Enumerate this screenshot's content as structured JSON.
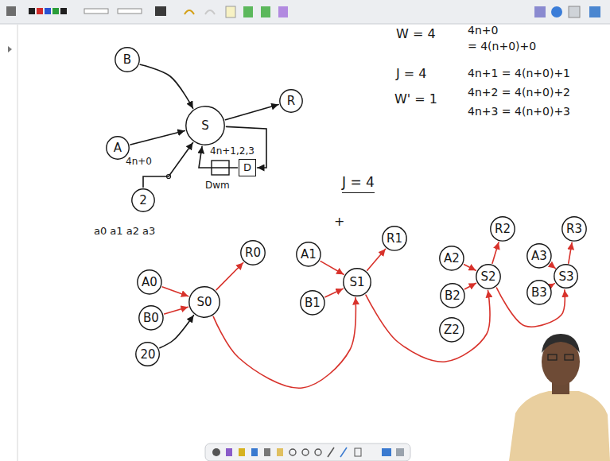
{
  "diagram": {
    "nodes": [
      {
        "text": [
          "B"
        ]
      },
      {
        "text": [
          "A"
        ]
      },
      {
        "text": [
          "S"
        ]
      },
      {
        "text": [
          "R"
        ]
      },
      {
        "text": [
          "2"
        ]
      },
      {
        "text": [
          "D"
        ]
      },
      {
        "text": [
          "A0"
        ]
      },
      {
        "text": [
          "B0"
        ]
      },
      {
        "text": [
          "S0"
        ]
      },
      {
        "text": [
          "R0"
        ]
      },
      {
        "text": [
          "20"
        ]
      },
      {
        "text": [
          "A1"
        ]
      },
      {
        "text": [
          "B1"
        ]
      },
      {
        "text": [
          "S1"
        ]
      },
      {
        "text": [
          "R1"
        ]
      },
      {
        "text": [
          "A2"
        ]
      },
      {
        "text": [
          "B2"
        ]
      },
      {
        "text": [
          "S2"
        ]
      },
      {
        "text": [
          "R2"
        ]
      },
      {
        "text": [
          "Z2"
        ]
      },
      {
        "text": [
          "A3"
        ]
      },
      {
        "text": [
          "B3"
        ]
      },
      {
        "text": [
          "S3"
        ]
      },
      {
        "text": [
          "R3"
        ]
      }
    ],
    "edges": [
      {
        "from": 0,
        "to": 2,
        "arrow": "to"
      },
      {
        "from": 1,
        "to": 2,
        "arrow": "to"
      },
      {
        "from": 2,
        "to": 3,
        "arrow": "to"
      },
      {
        "from": 4,
        "to": 2,
        "arrow": "to"
      },
      {
        "from": 2,
        "to": 5,
        "arrow": "to"
      },
      {
        "from": 5,
        "to": 2,
        "arrow": "to"
      },
      {
        "from": 6,
        "to": 8,
        "arrow": "to"
      },
      {
        "from": 7,
        "to": 8,
        "arrow": "to"
      },
      {
        "from": 10,
        "to": 8,
        "arrow": "to"
      },
      {
        "from": 8,
        "to": 9,
        "arrow": "to"
      },
      {
        "from": 8,
        "to": 13,
        "arrow": "to"
      },
      {
        "from": 11,
        "to": 13,
        "arrow": "to"
      },
      {
        "from": 12,
        "to": 13,
        "arrow": "to"
      },
      {
        "from": 13,
        "to": 14,
        "arrow": "to"
      },
      {
        "from": 13,
        "to": 17,
        "arrow": "to"
      },
      {
        "from": 15,
        "to": 17,
        "arrow": "to"
      },
      {
        "from": 16,
        "to": 17,
        "arrow": "to"
      },
      {
        "from": 17,
        "to": 18,
        "arrow": "to"
      },
      {
        "from": 17,
        "to": 22,
        "arrow": "to"
      },
      {
        "from": 20,
        "to": 22,
        "arrow": "to"
      },
      {
        "from": 21,
        "to": 22,
        "arrow": "to"
      },
      {
        "from": 22,
        "to": 23,
        "arrow": "to"
      }
    ],
    "labels": [
      "4n+0",
      "4n+1,2,3",
      "Dwm",
      "a0 a1 a2 a3",
      "W = 4",
      "J = 4",
      "W' = 1",
      "J = 4",
      "4n+0",
      "= 4(n+0)+0",
      "4n+1 = 4(n+0)+1",
      "4n+2 = 4(n+0)+2",
      "4n+3 = 4(n+0)+3",
      "+"
    ]
  }
}
